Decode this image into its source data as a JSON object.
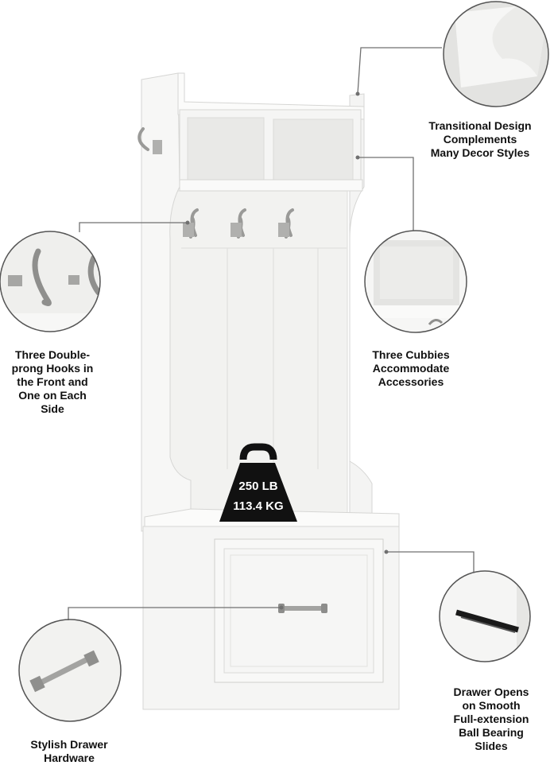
{
  "weight_badge": {
    "line1": "250 LB",
    "line2": "113.4 KG"
  },
  "features": {
    "design": {
      "lines": [
        "Transitional Design",
        "Complements",
        "Many Decor Styles"
      ]
    },
    "hooks": {
      "lines": [
        "Three Double-",
        "prong Hooks in",
        "the Front and",
        "One on Each",
        "Side"
      ]
    },
    "cubbies": {
      "lines": [
        "Three Cubbies",
        "Accommodate",
        "Accessories"
      ]
    },
    "hardware": {
      "lines": [
        "Stylish Drawer",
        "Hardware"
      ]
    },
    "drawer": {
      "lines": [
        "Drawer Opens",
        "on Smooth",
        "Full-extension",
        "Ball Bearing",
        "Slides"
      ]
    }
  },
  "colors": {
    "furniture": "#f7f7f6",
    "edge": "#d9d9d7",
    "shadow": "#e6e6e4",
    "metal": "#9a9a98",
    "callout_line": "#707070",
    "badge": "#111111"
  }
}
